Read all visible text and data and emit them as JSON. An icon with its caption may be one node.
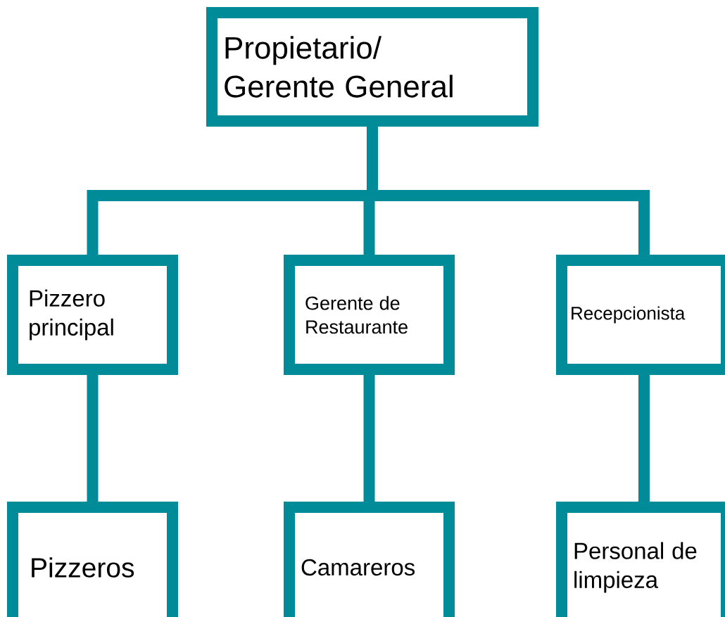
{
  "diagram": {
    "nodes": [
      {
        "text": [
          "Propietario/ Gerente General"
        ]
      },
      {
        "text": [
          "Pizzero principal"
        ]
      },
      {
        "text": [
          "Gerente de Restaurante"
        ]
      },
      {
        "text": [
          "Recepcionista"
        ]
      },
      {
        "text": [
          "Pizzeros"
        ]
      },
      {
        "text": [
          "Camareros"
        ]
      },
      {
        "text": [
          "Personal de limpieza"
        ]
      }
    ],
    "edges": [
      {
        "from": 0,
        "to": 1,
        "arrow": "none"
      },
      {
        "from": 0,
        "to": 2,
        "arrow": "none"
      },
      {
        "from": 0,
        "to": 3,
        "arrow": "none"
      },
      {
        "from": 1,
        "to": 4,
        "arrow": "none"
      },
      {
        "from": 2,
        "to": 5,
        "arrow": "none"
      },
      {
        "from": 3,
        "to": 6,
        "arrow": "none"
      }
    ]
  }
}
